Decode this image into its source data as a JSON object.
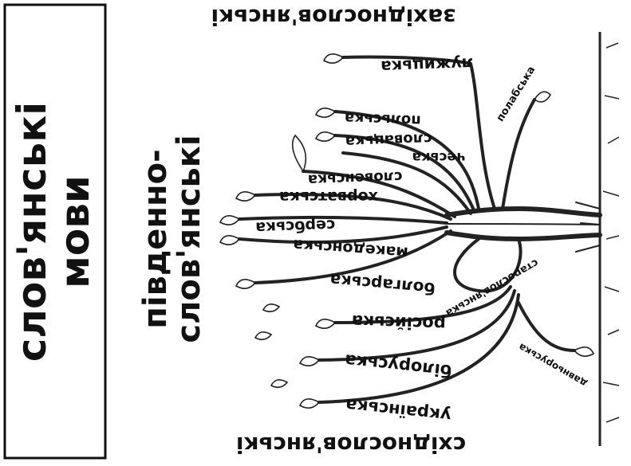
{
  "title": {
    "line1": "слов'янські",
    "line2": "мови"
  },
  "groups": {
    "western": "західнослов'янські",
    "southern_line1": "південно-",
    "southern_line2": "слов'янські",
    "eastern": "східнослов'янські"
  },
  "languages": {
    "luzhytska": "лужицька",
    "polabska": "полабська",
    "polska": "польська",
    "slovatska": "словацька",
    "cheska": "чеська",
    "slovenska": "словенська",
    "khorvatska": "хорватська",
    "serbska": "сербська",
    "makedonska": "македонська",
    "bolharska": "болгарська",
    "staroslovianska": "старослов'янська",
    "rosiiska": "російська",
    "bilоruska": "білоруська",
    "ukrainska": "українська",
    "davnoruska": "давньоруська"
  }
}
